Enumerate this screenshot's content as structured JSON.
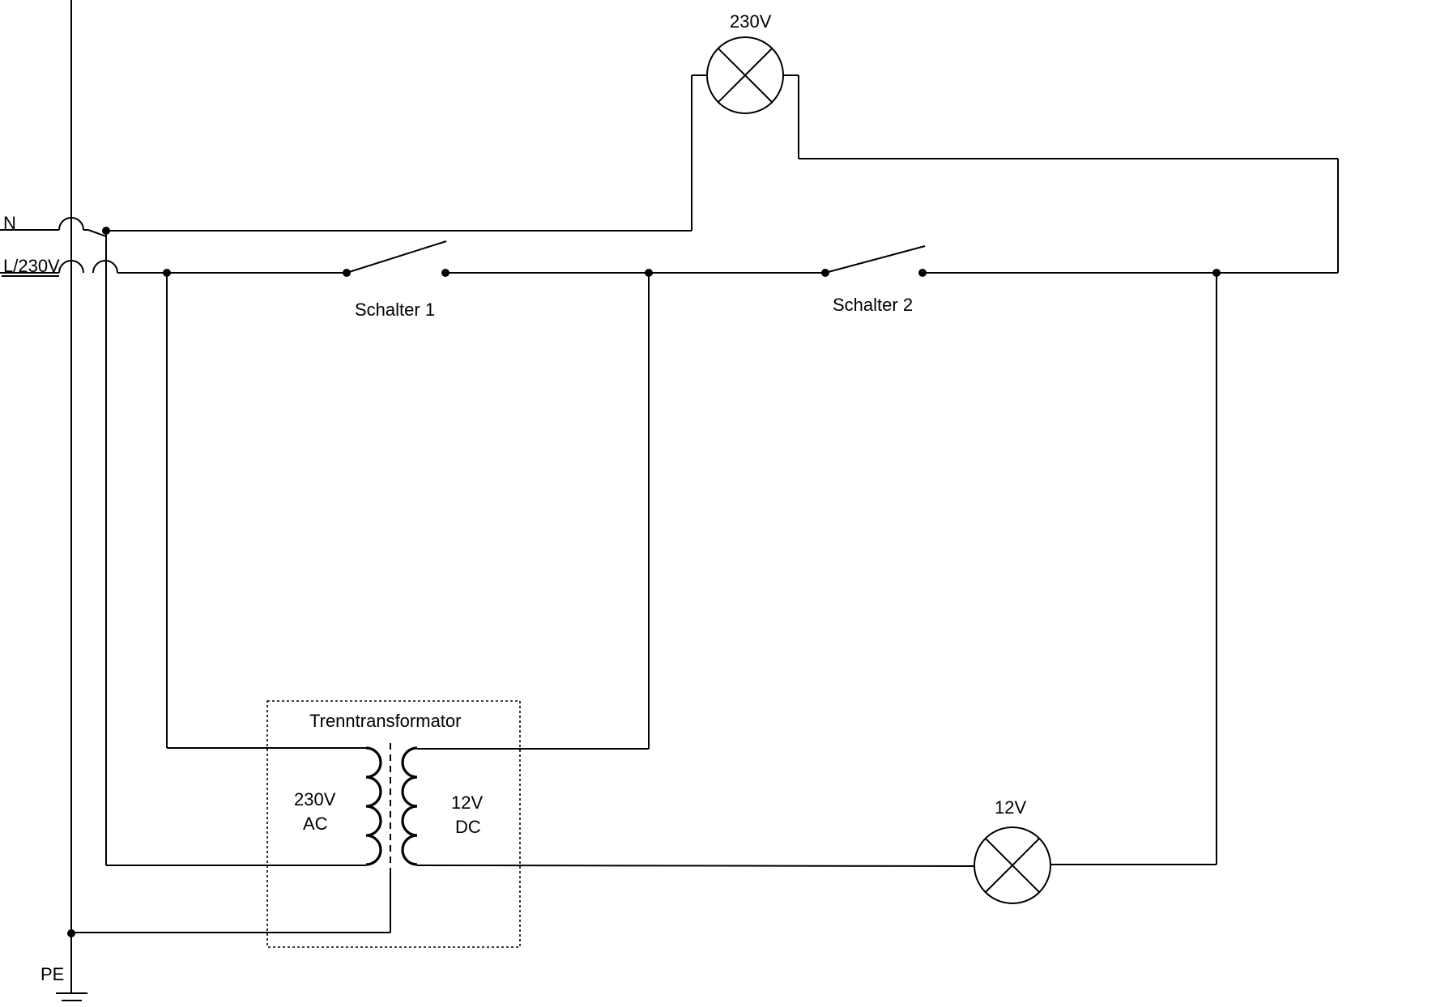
{
  "labels": {
    "neutral": "N",
    "line": "L/230V",
    "earth": "PE",
    "switch_1": "Schalter 1",
    "switch_2": "Schalter 2",
    "lamp_230": "230V",
    "lamp_12": "12V",
    "transformer": "Trenntransformator",
    "primary_voltage": "230V",
    "primary_type": "AC",
    "secondary_voltage": "12V",
    "secondary_type": "DC"
  },
  "components": [
    {
      "name": "Schalter 1",
      "kind": "switch",
      "state": "open"
    },
    {
      "name": "Schalter 2",
      "kind": "switch",
      "state": "open"
    },
    {
      "name": "230V",
      "kind": "lamp"
    },
    {
      "name": "12V",
      "kind": "lamp"
    },
    {
      "name": "Trenntransformator",
      "kind": "isolating-transformer",
      "primary": "230V AC",
      "secondary": "12V DC"
    }
  ],
  "colors": {
    "line": "#000000",
    "background": "#ffffff"
  }
}
